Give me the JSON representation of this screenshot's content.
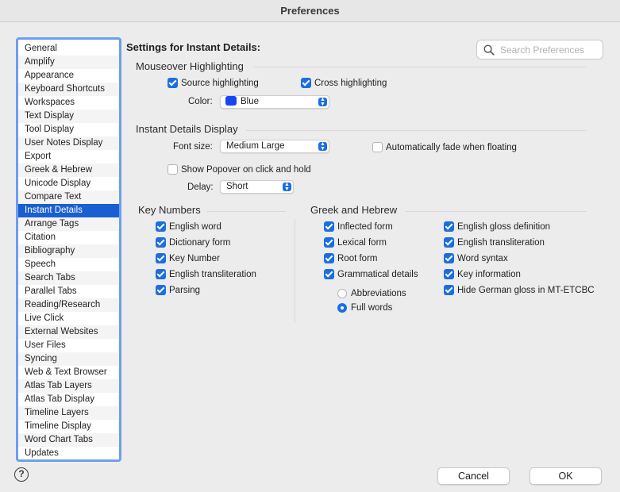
{
  "window": {
    "title": "Preferences"
  },
  "sidebar": {
    "items": [
      "General",
      "Amplify",
      "Appearance",
      "Keyboard Shortcuts",
      "Workspaces",
      "Text Display",
      "Tool Display",
      "User Notes Display",
      "Export",
      "Greek & Hebrew",
      "Unicode Display",
      "Compare Text",
      "Instant Details",
      "Arrange Tags",
      "Citation",
      "Bibliography",
      "Speech",
      "Search Tabs",
      "Parallel Tabs",
      "Reading/Research",
      "Live Click",
      "External Websites",
      "User Files",
      "Syncing",
      "Web & Text Browser",
      "Atlas Tab Layers",
      "Atlas Tab Display",
      "Timeline Layers",
      "Timeline Display",
      "Word Chart Tabs",
      "Updates"
    ],
    "selected": "Instant Details"
  },
  "help": {
    "label": "?"
  },
  "main": {
    "heading": "Settings for Instant Details:",
    "search": {
      "placeholder": "Search Preferences",
      "value": ""
    },
    "mouseover": {
      "title": "Mouseover Highlighting",
      "source": {
        "label": "Source highlighting",
        "checked": true
      },
      "cross": {
        "label": "Cross highlighting",
        "checked": true
      },
      "color_label": "Color:",
      "color_value": "Blue",
      "color_swatch": "#1846f0"
    },
    "display": {
      "title": "Instant Details Display",
      "font_size_label": "Font size:",
      "font_size_value": "Medium Large",
      "auto_fade": {
        "label": "Automatically fade when floating",
        "checked": false
      },
      "popover": {
        "label": "Show Popover on click and hold",
        "checked": false
      },
      "delay_label": "Delay:",
      "delay_value": "Short"
    },
    "key_numbers": {
      "title": "Key Numbers",
      "options": [
        {
          "label": "English word",
          "checked": true
        },
        {
          "label": "Dictionary form",
          "checked": true
        },
        {
          "label": "Key Number",
          "checked": true
        },
        {
          "label": "English transliteration",
          "checked": true
        },
        {
          "label": "Parsing",
          "checked": true
        }
      ]
    },
    "greek_hebrew": {
      "title": "Greek and Hebrew",
      "col1": [
        {
          "label": "Inflected form",
          "checked": true
        },
        {
          "label": "Lexical form",
          "checked": true
        },
        {
          "label": "Root form",
          "checked": true
        },
        {
          "label": "Grammatical details",
          "checked": true
        }
      ],
      "radios": [
        {
          "label": "Abbreviations",
          "selected": false
        },
        {
          "label": "Full words",
          "selected": true
        }
      ],
      "col2": [
        {
          "label": "English gloss definition",
          "checked": true
        },
        {
          "label": "English transliteration",
          "checked": true
        },
        {
          "label": "Word syntax",
          "checked": true
        },
        {
          "label": "Key information",
          "checked": true
        },
        {
          "label": "Hide German gloss in MT-ETCBC",
          "checked": true
        }
      ]
    }
  },
  "buttons": {
    "cancel": "Cancel",
    "ok": "OK"
  },
  "colors": {
    "accent": "#1a6ee3",
    "selection": "#1a5fd1",
    "sidebar_border": "#6b9ff0"
  }
}
